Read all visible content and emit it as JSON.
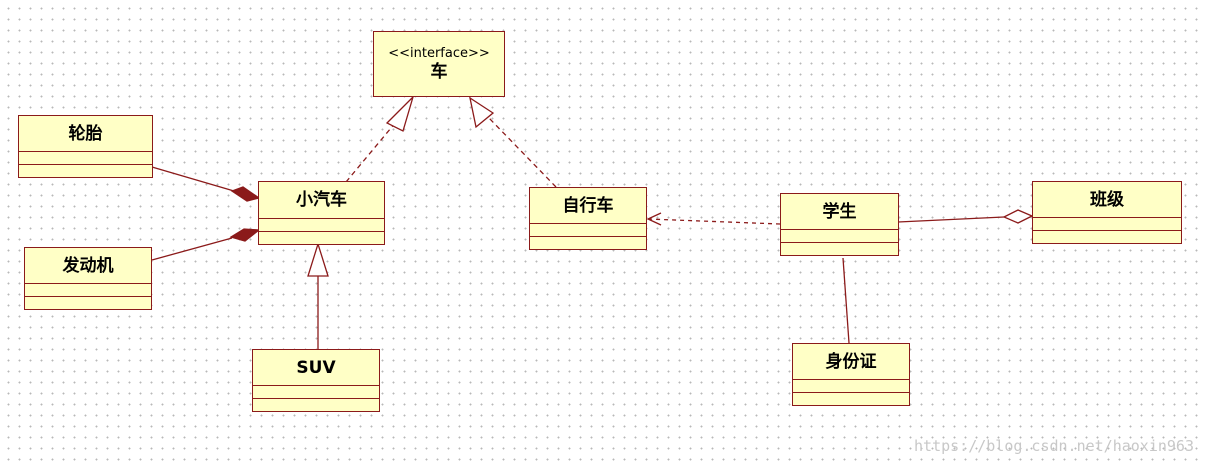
{
  "classes": {
    "car_interface": {
      "stereotype": "<<interface>>",
      "name": "车"
    },
    "tire": {
      "name": "轮胎"
    },
    "engine": {
      "name": "发动机"
    },
    "small_car": {
      "name": "小汽车"
    },
    "suv": {
      "name": "SUV"
    },
    "bicycle": {
      "name": "自行车"
    },
    "student": {
      "name": "学生"
    },
    "class_group": {
      "name": "班级"
    },
    "id_card": {
      "name": "身份证"
    }
  },
  "relations": [
    {
      "from": "small_car",
      "to": "car_interface",
      "type": "realization"
    },
    {
      "from": "bicycle",
      "to": "car_interface",
      "type": "realization"
    },
    {
      "from": "suv",
      "to": "small_car",
      "type": "generalization"
    },
    {
      "from": "tire",
      "to": "small_car",
      "type": "composition"
    },
    {
      "from": "engine",
      "to": "small_car",
      "type": "composition"
    },
    {
      "from": "student",
      "to": "bicycle",
      "type": "dependency"
    },
    {
      "from": "student",
      "to": "class_group",
      "type": "aggregation"
    },
    {
      "from": "student",
      "to": "id_card",
      "type": "association"
    }
  ],
  "colors": {
    "class_fill": "#ffffc6",
    "line": "#8b1a1a",
    "grid_dot": "#b8b8b8"
  },
  "watermark": "https://blog.csdn.net/haoxin963"
}
